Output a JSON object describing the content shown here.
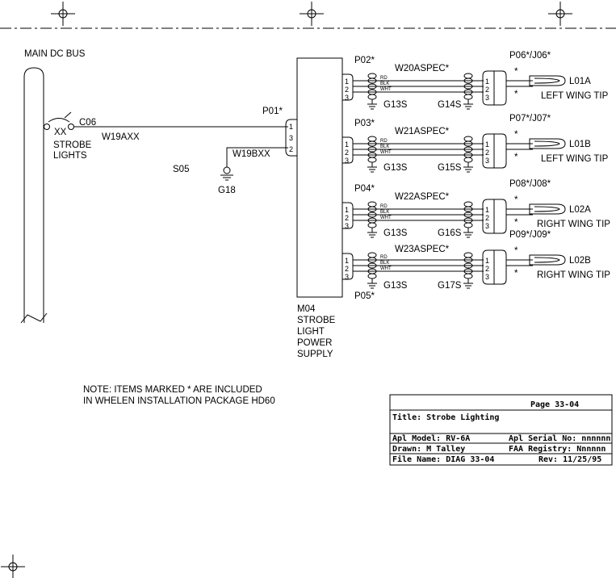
{
  "bus_label": "MAIN DC BUS",
  "breaker": {
    "rating": "XX",
    "ref": "C06",
    "name_line1": "STROBE",
    "name_line2": "LIGHTS"
  },
  "wire_main": "W19AXX",
  "wire_ground": "W19BXX",
  "splice": "S05",
  "ground_ref": "G18",
  "power_connector": "P01*",
  "power_pins": [
    "1",
    "3",
    "2"
  ],
  "power_supply": {
    "ref": "M04",
    "lines": [
      "STROBE",
      "LIGHT",
      "POWER",
      "SUPPLY"
    ]
  },
  "wire_colors": [
    "RD",
    "BLK",
    "WHT"
  ],
  "channel_pins": [
    "1",
    "2",
    "3"
  ],
  "channels": [
    {
      "connector": "P02*",
      "wire": "W20ASPEC*",
      "shield_ground": "G13S",
      "end_ground": "G14S",
      "lamp_connector": "P06*/J06*",
      "lamp_ref": "L01A",
      "location": "LEFT WING TIP"
    },
    {
      "connector": "P03*",
      "wire": "W21ASPEC*",
      "shield_ground": "G13S",
      "end_ground": "G15S",
      "lamp_connector": "P07*/J07*",
      "lamp_ref": "L01B",
      "location": "LEFT WING TIP"
    },
    {
      "connector": "P04*",
      "wire": "W22ASPEC*",
      "shield_ground": "G13S",
      "end_ground": "G16S",
      "lamp_connector": "P08*/J08*",
      "lamp_ref": "L02A",
      "location": "RIGHT WING TIP"
    },
    {
      "connector": "P05*",
      "wire": "W23ASPEC*",
      "shield_ground": "G13S",
      "end_ground": "G17S",
      "lamp_connector": "P09*/J09*",
      "lamp_ref": "L02B",
      "location": "RIGHT WING TIP"
    }
  ],
  "star": "*",
  "note_line1": "NOTE: ITEMS MARKED * ARE INCLUDED",
  "note_line2": "IN WHELEN INSTALLATION PACKAGE HD60",
  "title_block": {
    "page": "Page 33-04",
    "title": "Title: Strobe Lighting",
    "model": "Apl Model: RV-6A",
    "serial": "Apl Serial No: nnnnnn",
    "drawn": "Drawn: M Talley",
    "registry": "FAA Registry: Nnnnnn",
    "file": "File Name: DIAG 33-04",
    "rev": "Rev: 11/25/95"
  }
}
